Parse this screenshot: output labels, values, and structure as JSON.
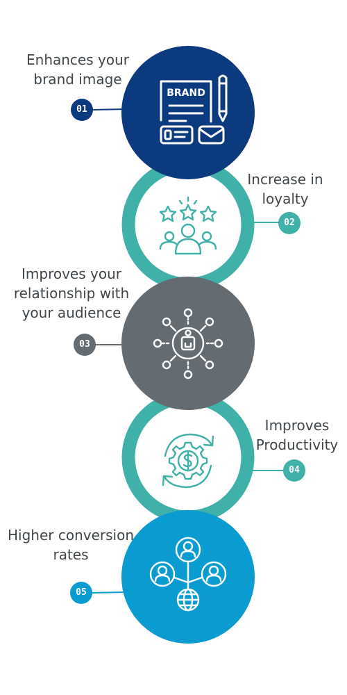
{
  "colors": {
    "navy": "#0c3a7e",
    "teal": "#3fb1a8",
    "gray": "#646c72",
    "blue": "#0a9bd1",
    "text": "#3f4549",
    "white": "#ffffff"
  },
  "steps": [
    {
      "number": "01",
      "lines": [
        "Enhances your",
        "brand image"
      ],
      "icon": "brand-document-icon",
      "icon_text": "BRAND",
      "color": "#0c3a7e"
    },
    {
      "number": "02",
      "lines": [
        "Increase in",
        "loyalty"
      ],
      "icon": "rated-customers-icon",
      "color": "#3fb1a8"
    },
    {
      "number": "03",
      "lines": [
        "Improves your",
        "relationship with",
        "your audience"
      ],
      "icon": "network-hub-icon",
      "color": "#646c72"
    },
    {
      "number": "04",
      "lines": [
        "Improves",
        "Productivity"
      ],
      "icon": "dollar-gear-icon",
      "color": "#3fb1a8"
    },
    {
      "number": "05",
      "lines": [
        "Higher conversion",
        "rates"
      ],
      "icon": "global-network-icon",
      "color": "#0a9bd1"
    }
  ]
}
